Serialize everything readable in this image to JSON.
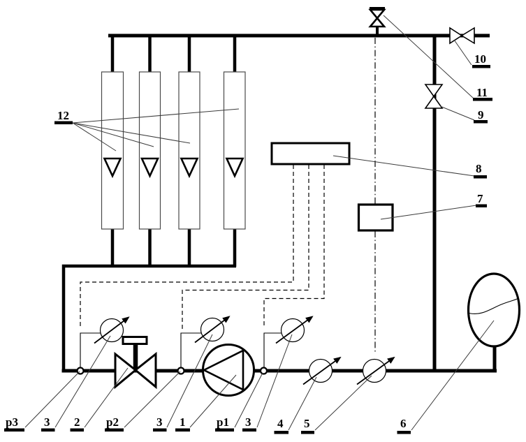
{
  "figure": {
    "type": "hydraulic-test-rig-schematic",
    "background": "#ffffff",
    "line_color": "#000000",
    "callouts": [
      {
        "id": "12",
        "label": "12",
        "refers_to": "rotameter-flow-meters"
      },
      {
        "id": "10",
        "label": "10",
        "refers_to": "header-end-valve"
      },
      {
        "id": "11",
        "label": "11",
        "refers_to": "air-vent-valve"
      },
      {
        "id": "9",
        "label": "9",
        "refers_to": "riser-valve"
      },
      {
        "id": "8",
        "label": "8",
        "refers_to": "controller-box"
      },
      {
        "id": "7",
        "label": "7",
        "refers_to": "sensor-box"
      },
      {
        "id": "p3",
        "label": "p3",
        "refers_to": "pressure-tap-p3"
      },
      {
        "id": "3a",
        "label": "3",
        "refers_to": "pressure-gauge-at-p3"
      },
      {
        "id": "2",
        "label": "2",
        "refers_to": "control-valve"
      },
      {
        "id": "p2",
        "label": "p2",
        "refers_to": "pressure-tap-p2"
      },
      {
        "id": "3b",
        "label": "3",
        "refers_to": "pressure-gauge-at-p2"
      },
      {
        "id": "1",
        "label": "1",
        "refers_to": "circulation-pump"
      },
      {
        "id": "p1",
        "label": "p1",
        "refers_to": "pressure-tap-p1"
      },
      {
        "id": "3c",
        "label": "3",
        "refers_to": "pressure-gauge-at-p1"
      },
      {
        "id": "4",
        "label": "4",
        "refers_to": "inline-sensor-4"
      },
      {
        "id": "5",
        "label": "5",
        "refers_to": "inline-sensor-5"
      },
      {
        "id": "6",
        "label": "6",
        "refers_to": "expansion-tank"
      }
    ]
  }
}
